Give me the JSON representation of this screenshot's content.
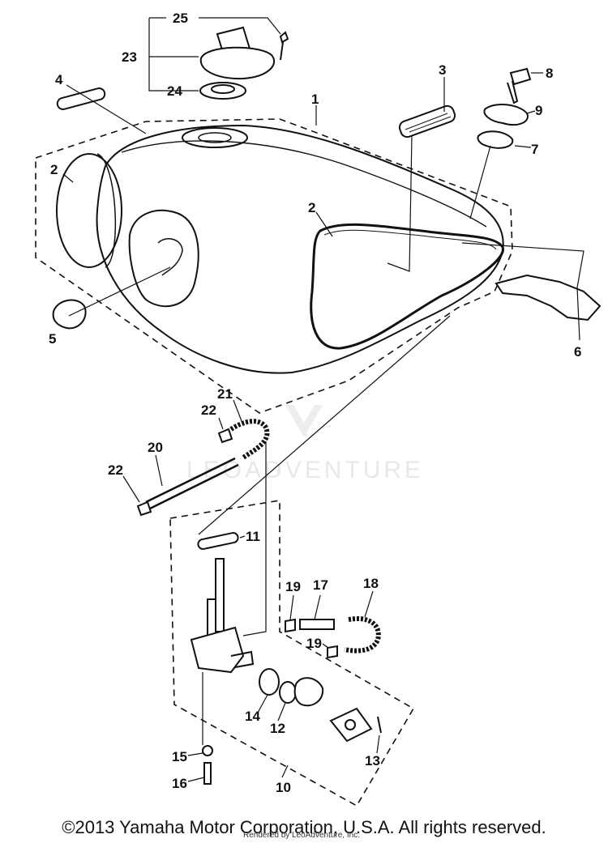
{
  "footer": {
    "copyright": "©2013 Yamaha Motor Corporation, U.S.A. All rights reserved.",
    "credit": "Rendered by LeoAdventure, Inc."
  },
  "watermark": {
    "text": "LEOADVENTURE"
  },
  "parts": {
    "p1": "1",
    "p2a": "2",
    "p2b": "2",
    "p3": "3",
    "p4": "4",
    "p5": "5",
    "p6": "6",
    "p7": "7",
    "p8": "8",
    "p9": "9",
    "p10": "10",
    "p11": "11",
    "p12": "12",
    "p13": "13",
    "p14": "14",
    "p15": "15",
    "p16": "16",
    "p17": "17",
    "p18": "18",
    "p19a": "19",
    "p19b": "19",
    "p20": "20",
    "p21": "21",
    "p22a": "22",
    "p22b": "22",
    "p23": "23",
    "p24": "24",
    "p25": "25"
  }
}
